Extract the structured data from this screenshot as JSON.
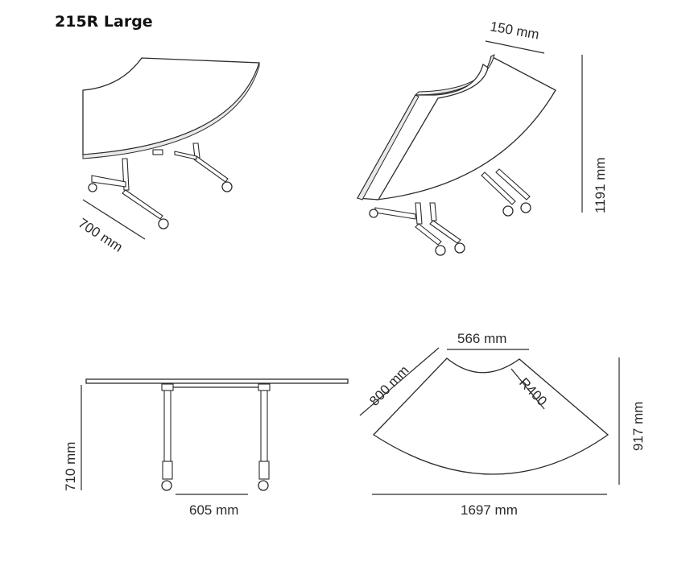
{
  "title": "215R Large",
  "dimensions": {
    "depth": "700 mm",
    "folded_thickness": "150 mm",
    "folded_height": "1191 mm",
    "table_height": "710 mm",
    "leg_spacing": "605 mm",
    "inner_chord": "566 mm",
    "side_length": "800 mm",
    "inner_radius": "R400",
    "outer_depth": "917 mm",
    "outer_chord": "1697 mm"
  }
}
